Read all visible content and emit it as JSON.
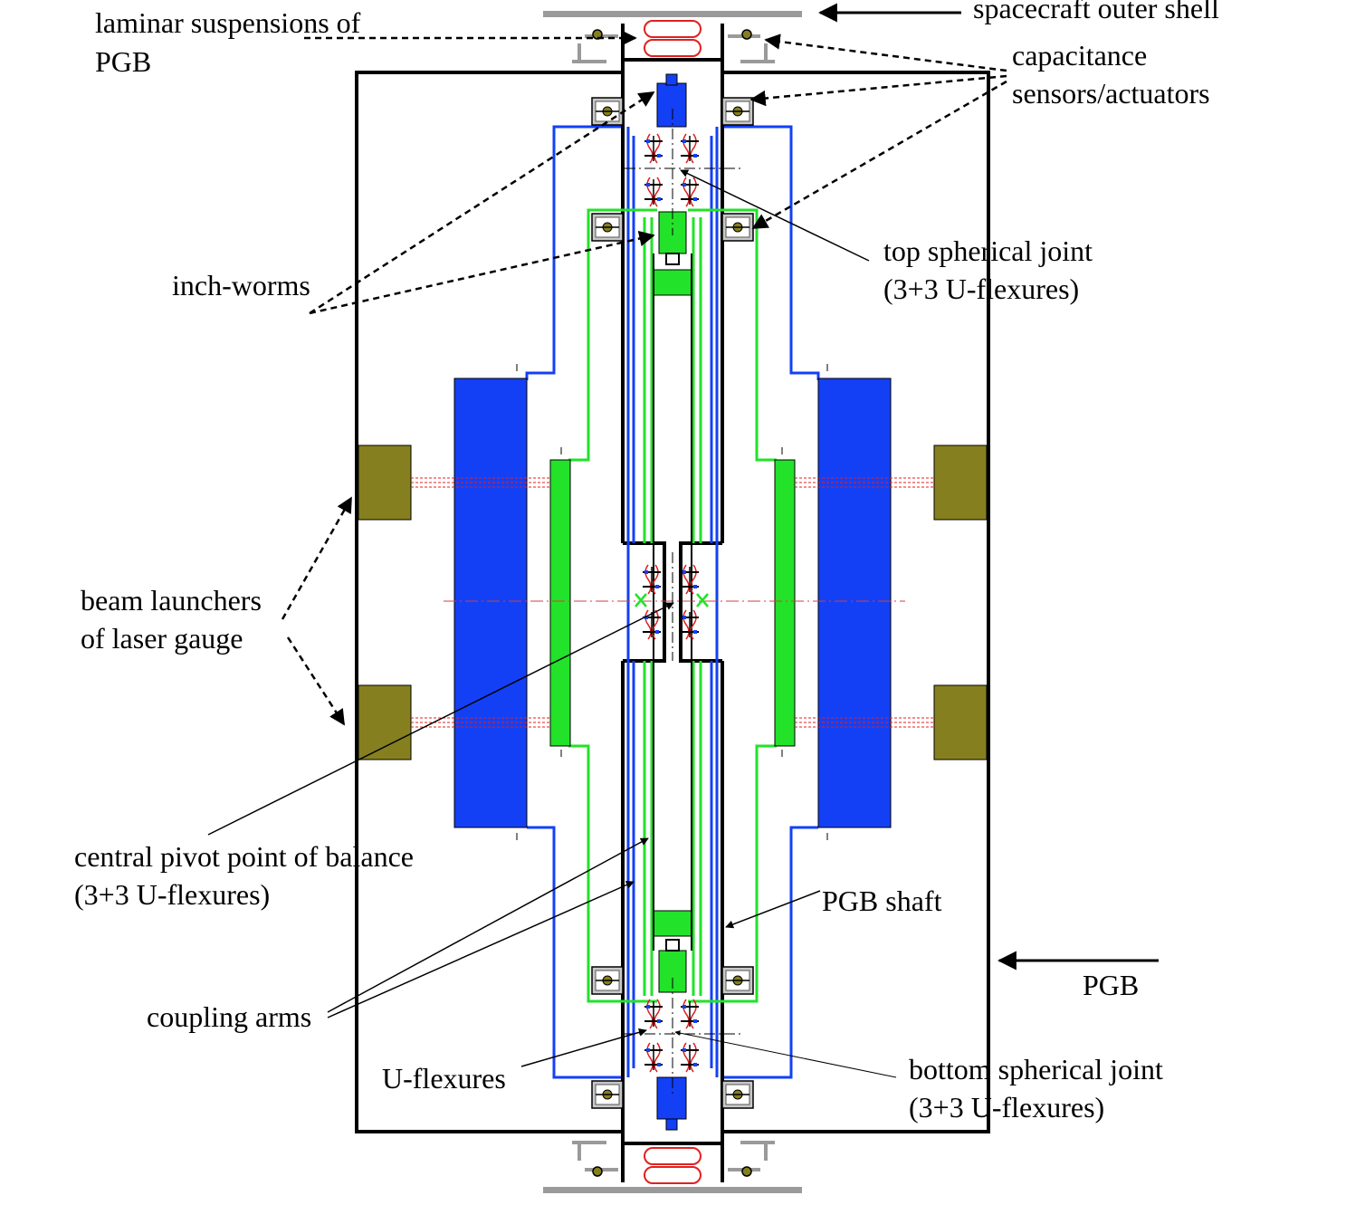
{
  "labels": {
    "laminar_l1": "laminar suspensions of",
    "laminar_l2": "PGB",
    "outer_shell": "spacecraft outer shell",
    "cap_l1": "capacitance",
    "cap_l2": "sensors/actuators",
    "inchworms": "inch-worms",
    "top_joint_l1": "top spherical joint",
    "top_joint_l2": "(3+3 U-flexures)",
    "beam_l1": "beam launchers",
    "beam_l2": "of laser gauge",
    "pivot_l1": "central pivot point of balance",
    "pivot_l2": "(3+3 U-flexures)",
    "shaft": "PGB shaft",
    "pgb": "PGB",
    "coupling": "coupling arms",
    "uflex": "U-flexures",
    "bottom_joint_l1": "bottom spherical joint",
    "bottom_joint_l2": "(3+3 U-flexures)"
  },
  "colors": {
    "blue_mass": "#1340f5",
    "green_arm": "#22e22a",
    "olive_launcher": "#857f1f",
    "gray_shell": "#9a9a9a",
    "red_beam": "#e02020",
    "outline": "#000000"
  }
}
